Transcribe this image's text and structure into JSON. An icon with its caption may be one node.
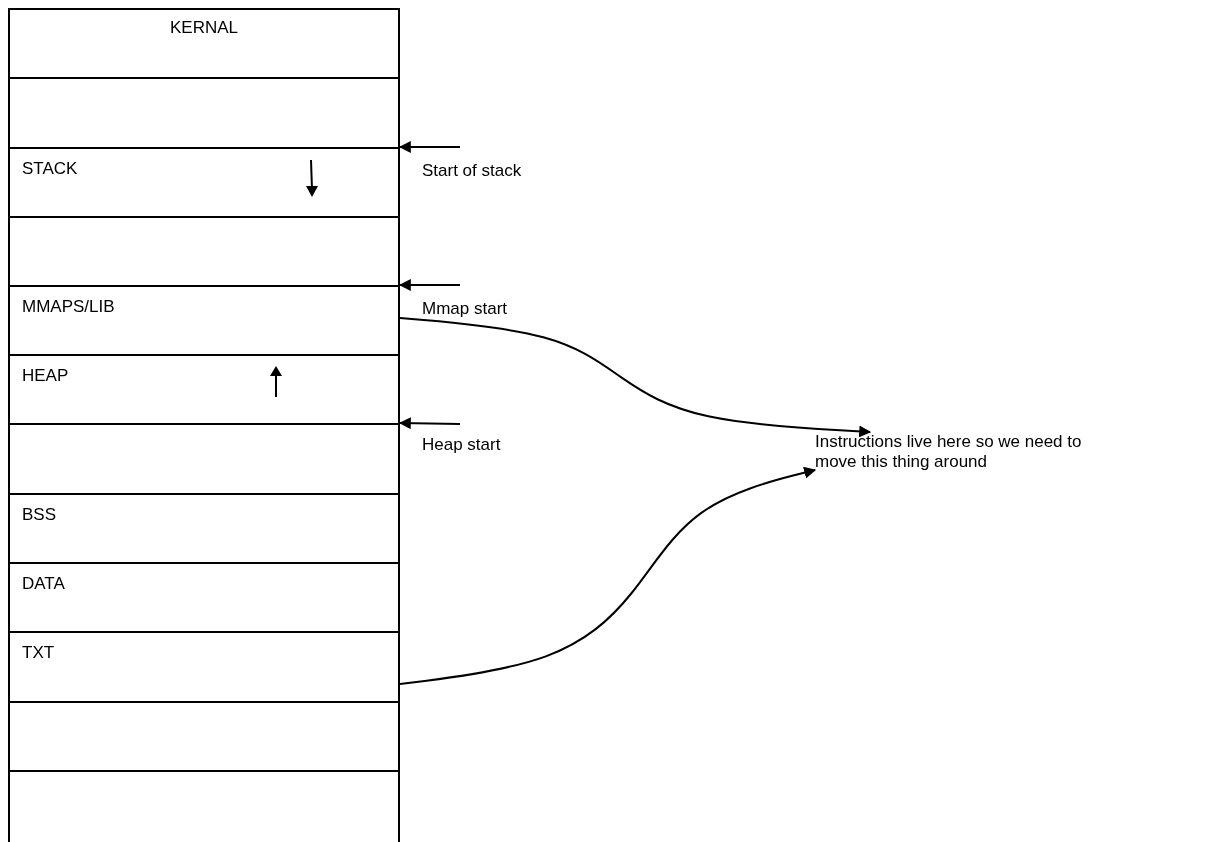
{
  "diagram": {
    "nodes": [
      {
        "text": [
          "KERNAL"
        ]
      },
      {
        "text": [],
        "shape": "box"
      },
      {
        "text": [
          "STACK"
        ]
      },
      {
        "text": [],
        "shape": "box"
      },
      {
        "text": [
          "MMAPS/LIB"
        ]
      },
      {
        "text": [
          "HEAP"
        ]
      },
      {
        "text": [],
        "shape": "box"
      },
      {
        "text": [
          "BSS"
        ]
      },
      {
        "text": [
          "DATA"
        ]
      },
      {
        "text": [
          "TXT"
        ]
      },
      {
        "text": [],
        "shape": "box"
      },
      {
        "text": [],
        "shape": "box"
      },
      {
        "text": [
          "Start of stack"
        ]
      },
      {
        "text": [
          "Mmap start"
        ]
      },
      {
        "text": [
          "Heap start"
        ]
      },
      {
        "text": [
          "Instructions live here so we need to move this thing around"
        ]
      }
    ],
    "edges": [
      {
        "from": 12,
        "to": 2,
        "arrow": "to"
      },
      {
        "from": 13,
        "to": 4,
        "arrow": "to"
      },
      {
        "from": 14,
        "to": 6,
        "arrow": "to"
      },
      {
        "from": 4,
        "to": 15,
        "arrow": "to"
      },
      {
        "from": 9,
        "to": 15,
        "arrow": "to"
      }
    ]
  }
}
